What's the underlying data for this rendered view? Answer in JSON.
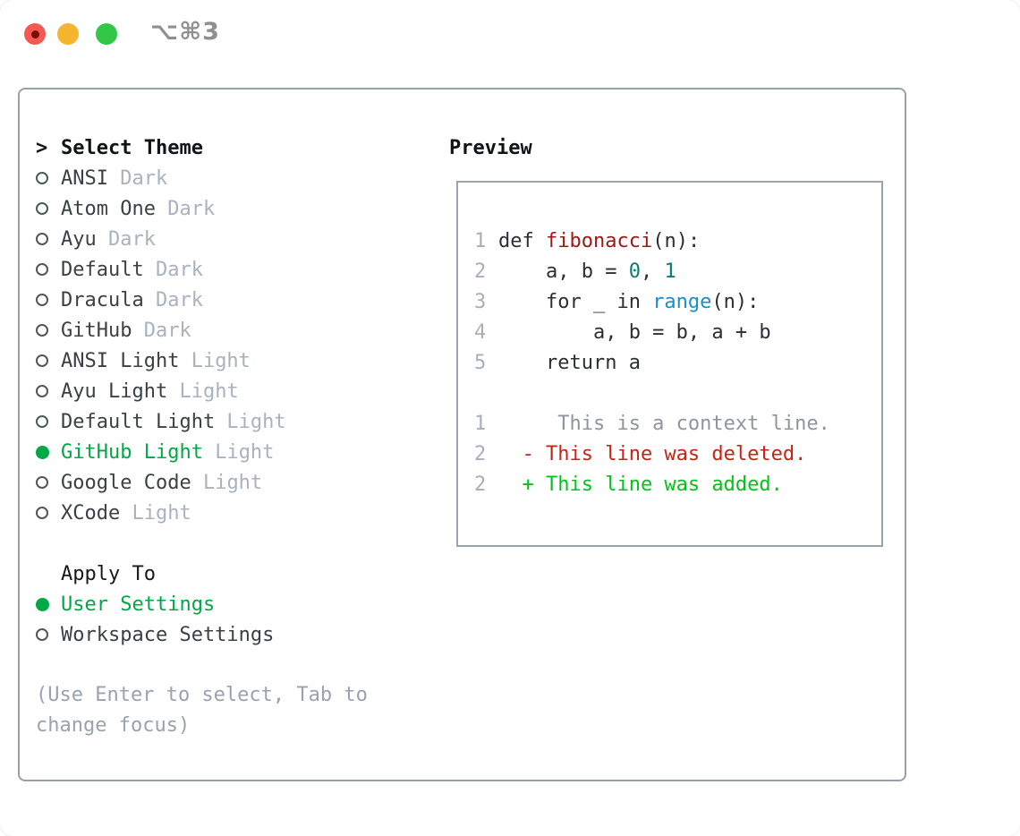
{
  "window": {
    "title": "⌥⌘3"
  },
  "colors": {
    "selected_green": "#00a846",
    "added_green": "#00c418",
    "deleted_red": "#cc2214",
    "function_red": "#a31616",
    "number_teal": "#0b7c72",
    "builtin_blue": "#1590cb",
    "context_gray": "#8e959d",
    "plain_code": "#2b2f34",
    "gutter_gray": "#a6b0ba"
  },
  "theme_picker": {
    "prompt": ">",
    "header": "Select Theme",
    "items": [
      {
        "label": "ANSI",
        "variant": "Dark",
        "selected": false
      },
      {
        "label": "Atom One",
        "variant": "Dark",
        "selected": false
      },
      {
        "label": "Ayu",
        "variant": "Dark",
        "selected": false
      },
      {
        "label": "Default",
        "variant": "Dark",
        "selected": false
      },
      {
        "label": "Dracula",
        "variant": "Dark",
        "selected": false
      },
      {
        "label": "GitHub",
        "variant": "Dark",
        "selected": false
      },
      {
        "label": "ANSI Light",
        "variant": "Light",
        "selected": false
      },
      {
        "label": "Ayu Light",
        "variant": "Light",
        "selected": false
      },
      {
        "label": "Default Light",
        "variant": "Light",
        "selected": false
      },
      {
        "label": "GitHub Light",
        "variant": "Light",
        "selected": true
      },
      {
        "label": "Google Code",
        "variant": "Light",
        "selected": false
      },
      {
        "label": "XCode",
        "variant": "Light",
        "selected": false
      }
    ]
  },
  "apply_to": {
    "header": "Apply To",
    "options": [
      {
        "label": "User Settings",
        "selected": true
      },
      {
        "label": "Workspace Settings",
        "selected": false
      }
    ]
  },
  "hint": "(Use Enter to select, Tab to change focus)",
  "preview": {
    "header": "Preview",
    "lines": [
      {
        "num": "1",
        "segments": [
          {
            "text": "def ",
            "color": "plain_code"
          },
          {
            "text": "fibonacci",
            "color": "function_red"
          },
          {
            "text": "(n):",
            "color": "plain_code"
          }
        ]
      },
      {
        "num": "2",
        "segments": [
          {
            "text": "    a, b = ",
            "color": "plain_code"
          },
          {
            "text": "0",
            "color": "number_teal"
          },
          {
            "text": ", ",
            "color": "plain_code"
          },
          {
            "text": "1",
            "color": "number_teal"
          }
        ]
      },
      {
        "num": "3",
        "segments": [
          {
            "text": "    for _ in ",
            "color": "plain_code"
          },
          {
            "text": "range",
            "color": "builtin_blue"
          },
          {
            "text": "(n):",
            "color": "plain_code"
          }
        ]
      },
      {
        "num": "4",
        "segments": [
          {
            "text": "        a, b = b, a + b",
            "color": "plain_code"
          }
        ]
      },
      {
        "num": "5",
        "segments": [
          {
            "text": "    return a",
            "color": "plain_code"
          }
        ]
      },
      {
        "num": "",
        "segments": []
      },
      {
        "num": "1",
        "segments": [
          {
            "text": "     This is a context line.",
            "color": "context_gray"
          }
        ]
      },
      {
        "num": "2",
        "segments": [
          {
            "text": "  - This line was deleted.",
            "color": "deleted_red"
          }
        ]
      },
      {
        "num": "2",
        "segments": [
          {
            "text": "  + This line was added.",
            "color": "added_green"
          }
        ]
      }
    ]
  }
}
